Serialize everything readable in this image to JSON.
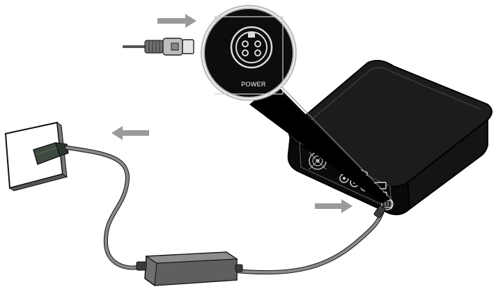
{
  "diagram": {
    "port_callout": {
      "label": "POWER"
    },
    "arrows": [
      {
        "id": "arrow-to-port-callout",
        "direction": "right"
      },
      {
        "id": "arrow-from-wall-outlet",
        "direction": "left"
      },
      {
        "id": "arrow-to-device-dc-jack",
        "direction": "right"
      }
    ],
    "colors": {
      "device_body": "#1c1c1c",
      "device_outline": "#000000",
      "cable": "#8a8a8a",
      "arrow": "#9a9a9a",
      "adapter": "#6f6f6f",
      "wall_plate": "#ffffff",
      "plug": "#3e4a40"
    },
    "icons": [
      "mini-din-4pin-connector-icon",
      "cooling-fan-icon",
      "dc-plug-icon",
      "wall-outlet-icon"
    ]
  }
}
